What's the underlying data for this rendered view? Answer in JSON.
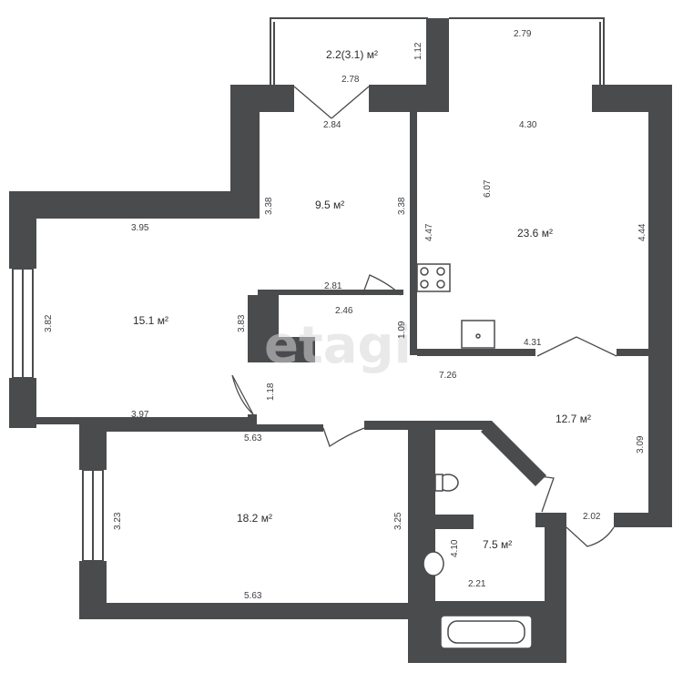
{
  "watermark": "etagi",
  "rooms": [
    {
      "id": "balcony",
      "area": "2.2(3.1) м²"
    },
    {
      "id": "bedroom",
      "area": "9.5 м²"
    },
    {
      "id": "kitchen",
      "area": "23.6 м²"
    },
    {
      "id": "living",
      "area": "15.1 м²"
    },
    {
      "id": "hall",
      "area": "12.7 м²"
    },
    {
      "id": "room",
      "area": "18.2 м²"
    },
    {
      "id": "bathroom",
      "area": "7.5 м²"
    }
  ],
  "dimensions": [
    "2.78",
    "1.12",
    "2.79",
    "2.84",
    "4.30",
    "6.07",
    "3.38",
    "3.38",
    "4.47",
    "4.44",
    "3.95",
    "3.82",
    "3.83",
    "2.81",
    "2.46",
    "1.09",
    "4.31",
    "7.26",
    "1.18",
    "3.97",
    "5.63",
    "3.09",
    "3.23",
    "3.25",
    "4.10",
    "2.02",
    "2.21",
    "5.63"
  ]
}
